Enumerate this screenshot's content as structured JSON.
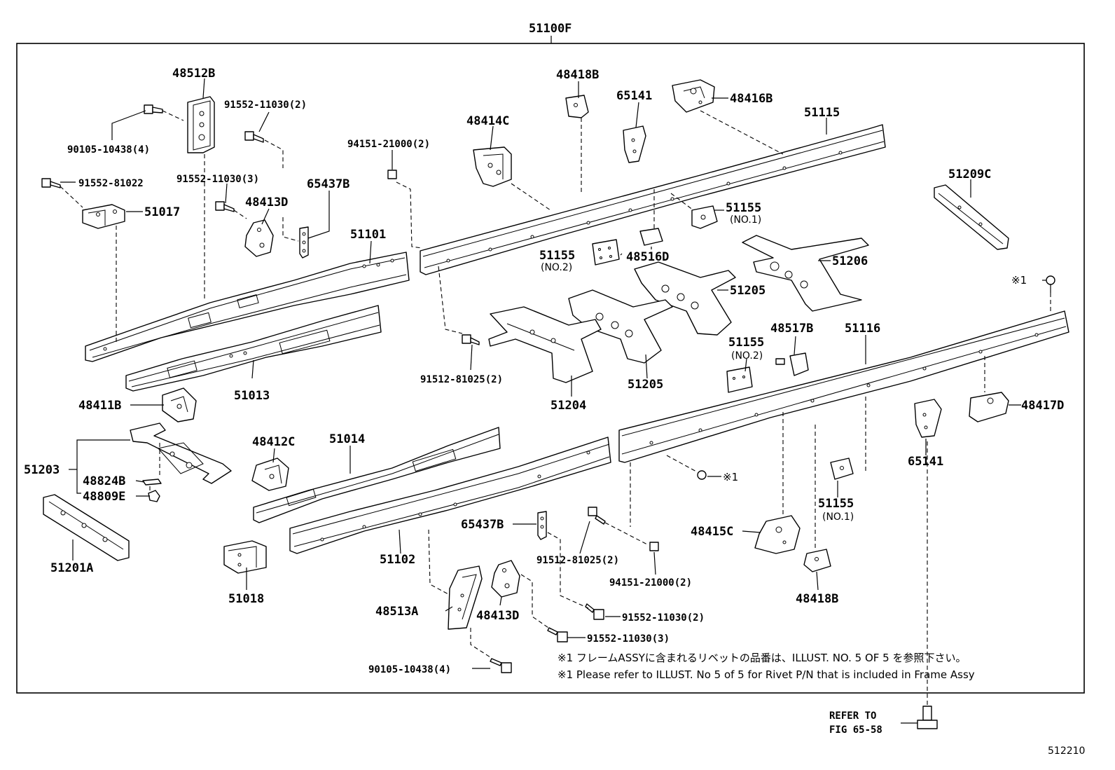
{
  "diagram": {
    "assembly_label": "51100F",
    "figure_number": "512210",
    "notes": {
      "jp": "※1 フレームASSYに含まれるリベットの品番は、ILLUST. NO. 5 OF 5 を参照下さい。",
      "en": "※1 Please refer to ILLUST. No 5 of 5 for Rivet P/N that is included in Frame Assy"
    },
    "refer": {
      "line1": "REFER TO",
      "line2": "FIG 65-58"
    },
    "labels": [
      {
        "id": "48512B",
        "text": "48512B"
      },
      {
        "id": "91552-11030-2-top",
        "text": "91552-11030(2)"
      },
      {
        "id": "90105-10438-4-top",
        "text": "90105-10438(4)"
      },
      {
        "id": "91552-11030-3-top",
        "text": "91552-11030(3)"
      },
      {
        "id": "91552-81022",
        "text": "91552-81022"
      },
      {
        "id": "51017",
        "text": "51017"
      },
      {
        "id": "65437B-top",
        "text": "65437B"
      },
      {
        "id": "48413D-top",
        "text": "48413D"
      },
      {
        "id": "51101",
        "text": "51101"
      },
      {
        "id": "94151-21000-2-top",
        "text": "94151-21000(2)"
      },
      {
        "id": "48414C",
        "text": "48414C"
      },
      {
        "id": "48418B-top",
        "text": "48418B"
      },
      {
        "id": "65141-top",
        "text": "65141"
      },
      {
        "id": "48416B",
        "text": "48416B"
      },
      {
        "id": "51115",
        "text": "51115"
      },
      {
        "id": "51209C",
        "text": "51209C"
      },
      {
        "id": "51155-no1-top",
        "text": "51155"
      },
      {
        "id": "51155-no2-top",
        "text": "51155"
      },
      {
        "id": "48516D",
        "text": "48516D"
      },
      {
        "id": "51206",
        "text": "51206"
      },
      {
        "id": "51205-top",
        "text": "51205"
      },
      {
        "id": "rivet-1-top",
        "text": "※1"
      },
      {
        "id": "48517B",
        "text": "48517B"
      },
      {
        "id": "51155-no2-mid",
        "text": "51155"
      },
      {
        "id": "51116",
        "text": "51116"
      },
      {
        "id": "51013",
        "text": "51013"
      },
      {
        "id": "91512-81025-2-top",
        "text": "91512-81025(2)"
      },
      {
        "id": "51204",
        "text": "51204"
      },
      {
        "id": "51205-bot",
        "text": "51205"
      },
      {
        "id": "48411B",
        "text": "48411B"
      },
      {
        "id": "48417D",
        "text": "48417D"
      },
      {
        "id": "51203",
        "text": "51203"
      },
      {
        "id": "48412C",
        "text": "48412C"
      },
      {
        "id": "51014",
        "text": "51014"
      },
      {
        "id": "65141-bot",
        "text": "65141"
      },
      {
        "id": "48824B",
        "text": "48824B"
      },
      {
        "id": "48809E",
        "text": "48809E"
      },
      {
        "id": "rivet-1-mid",
        "text": "※1"
      },
      {
        "id": "51155-no1-bot",
        "text": "51155"
      },
      {
        "id": "65437B-bot",
        "text": "65437B"
      },
      {
        "id": "48415C",
        "text": "48415C"
      },
      {
        "id": "91512-81025-2-bot",
        "text": "91512-81025(2)"
      },
      {
        "id": "51201A",
        "text": "51201A"
      },
      {
        "id": "51102",
        "text": "51102"
      },
      {
        "id": "94151-21000-2-bot",
        "text": "94151-21000(2)"
      },
      {
        "id": "51018",
        "text": "51018"
      },
      {
        "id": "48418B-bot",
        "text": "48418B"
      },
      {
        "id": "48513A",
        "text": "48513A"
      },
      {
        "id": "48413D-bot",
        "text": "48413D"
      },
      {
        "id": "91552-11030-2-bot",
        "text": "91552-11030(2)"
      },
      {
        "id": "91552-11030-3-bot",
        "text": "91552-11030(3)"
      },
      {
        "id": "90105-10438-4-bot",
        "text": "90105-10438(4)"
      }
    ],
    "sublabels": {
      "no1": "(NO.1)",
      "no2": "(NO.2)"
    }
  }
}
